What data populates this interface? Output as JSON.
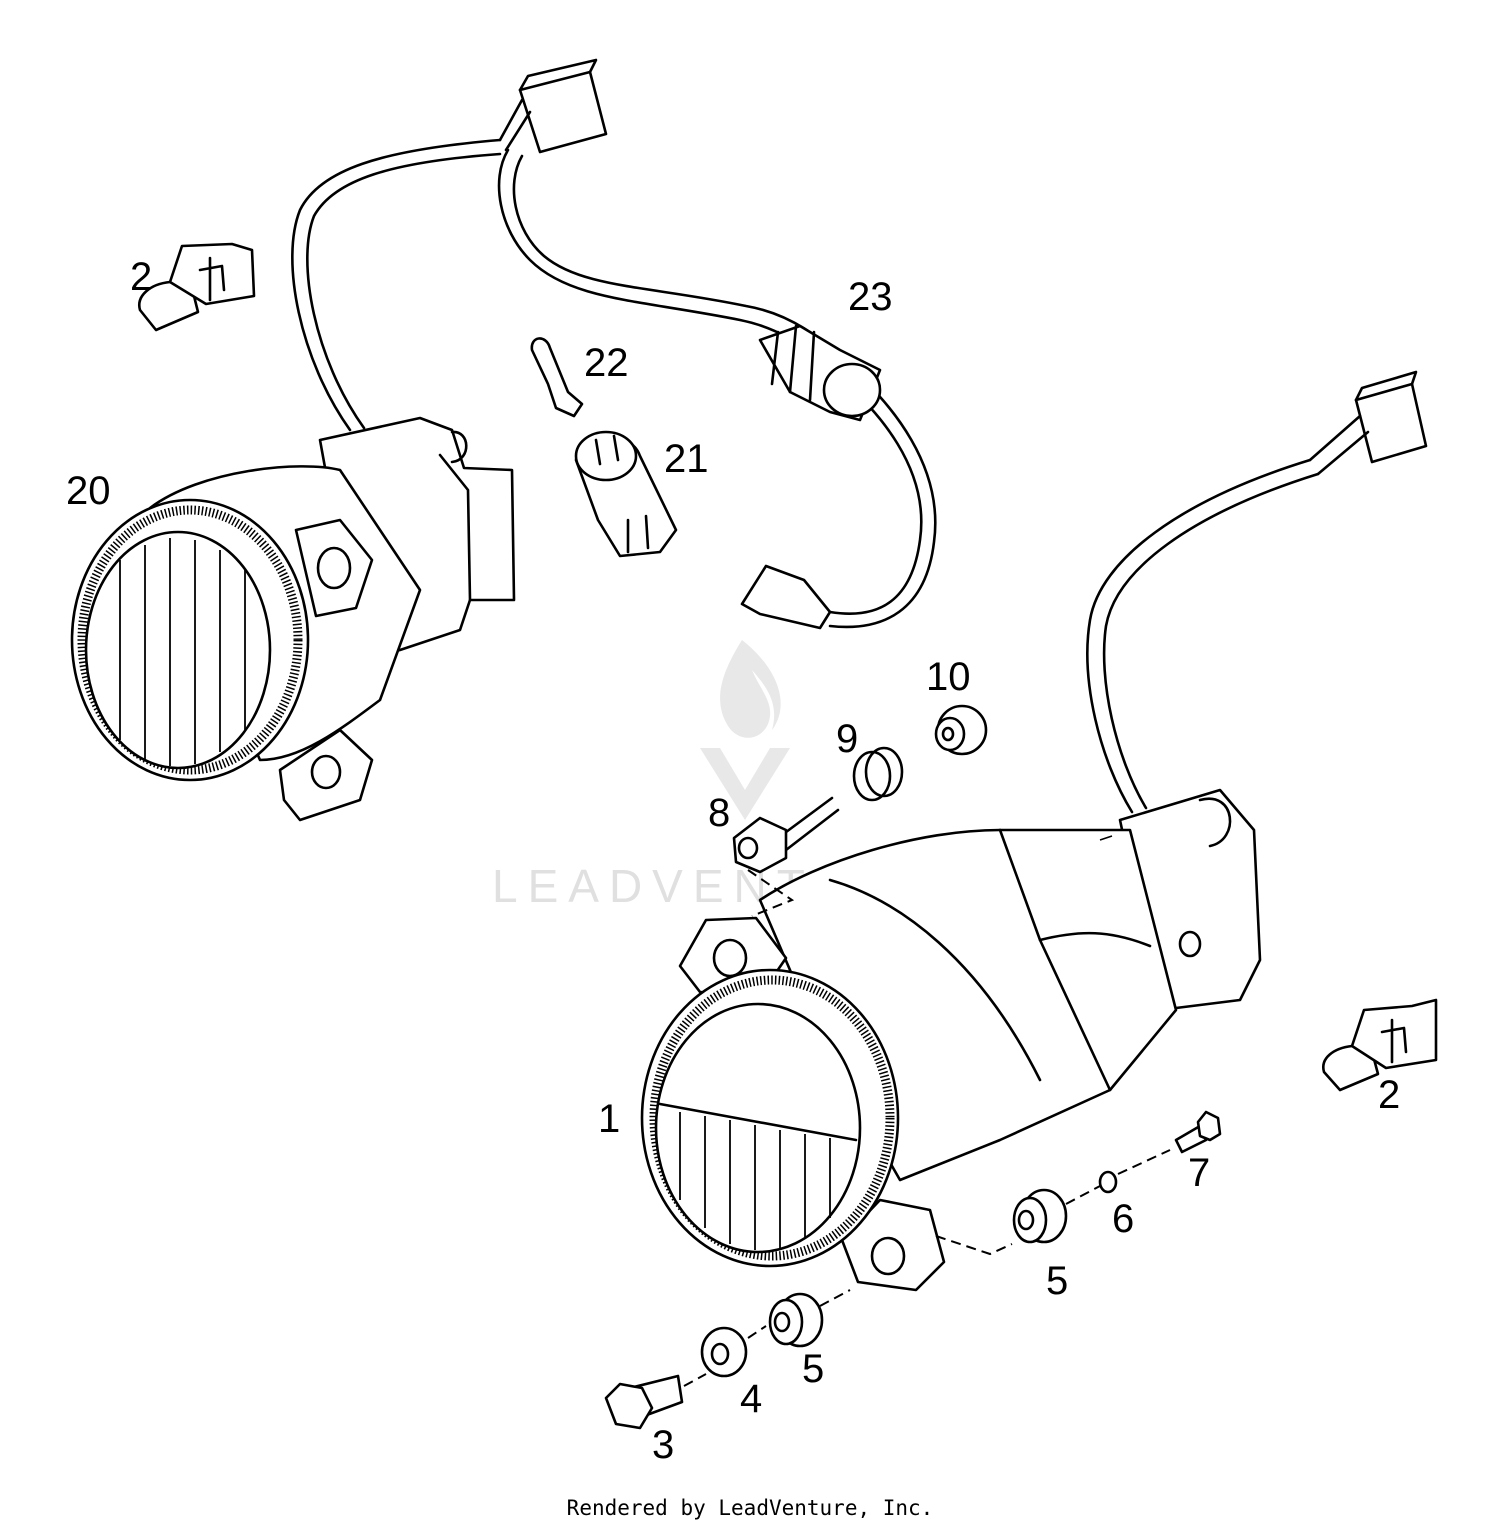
{
  "labels": {
    "l1": "1",
    "l2a": "2",
    "l2b": "2",
    "l3": "3",
    "l4": "4",
    "l5a": "5",
    "l5b": "5",
    "l6": "6",
    "l7": "7",
    "l8": "8",
    "l9": "9",
    "l10": "10",
    "l20": "20",
    "l21": "21",
    "l22": "22",
    "l23": "23"
  },
  "watermark": "LEADVENTURE",
  "footer": "Rendered by LeadVenture, Inc."
}
